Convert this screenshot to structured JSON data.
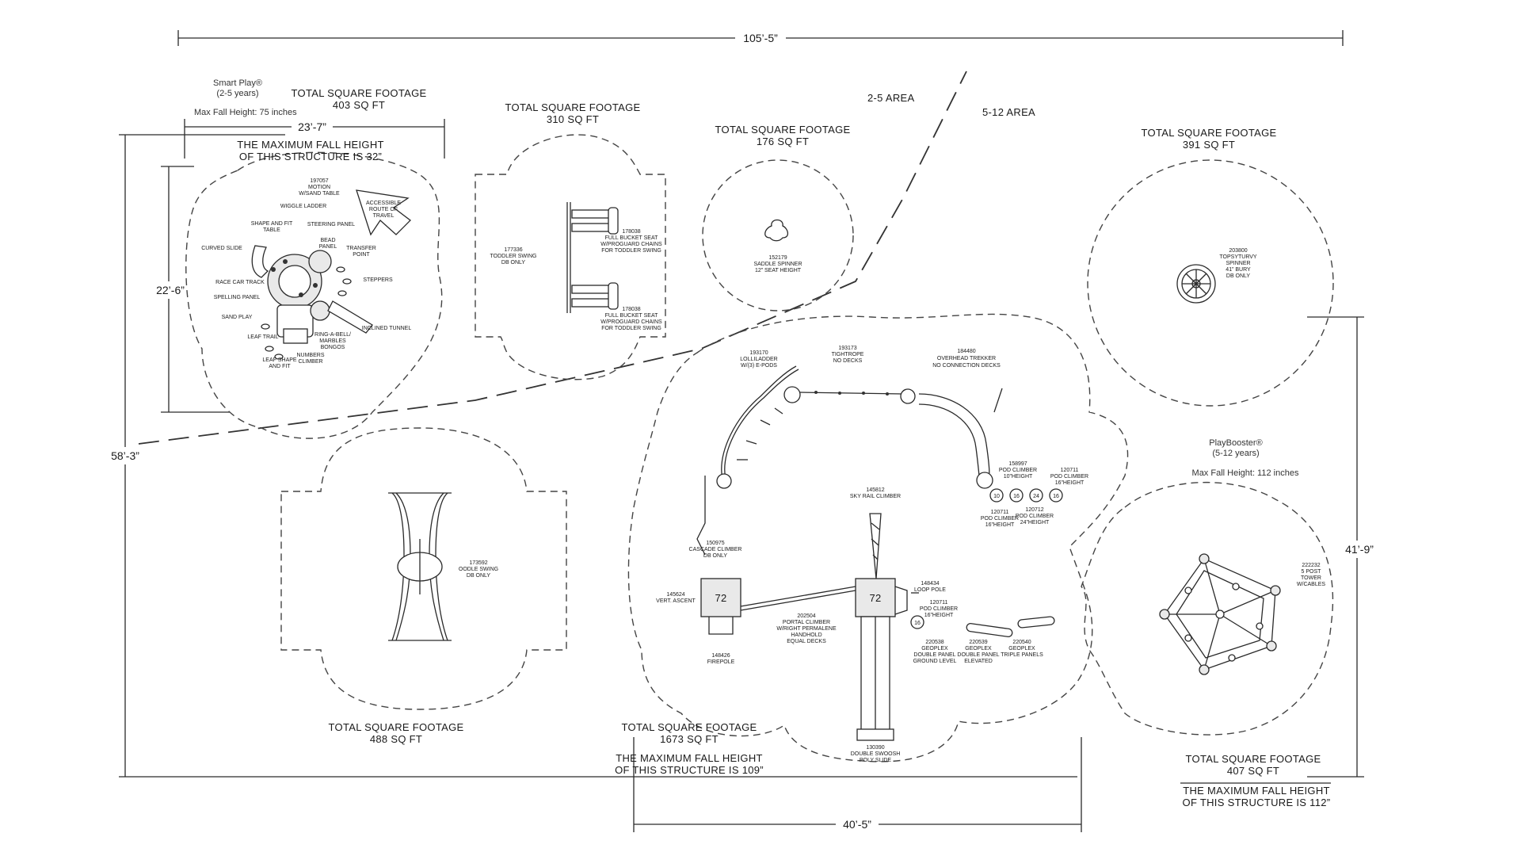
{
  "plan": {
    "dimensions": {
      "overall_width": "105’-5”",
      "overall_height": "58’-3”",
      "right_height": "41’-9”",
      "bottom_width": "40’-5”",
      "smart_width": "23’-7”",
      "smart_height": "22’-6”"
    },
    "areas": {
      "a_2_5": "2-5 AREA",
      "a_5_12": "5-12 AREA"
    },
    "smart_play": {
      "brand": "Smart Play®",
      "ages": "(2-5 years)",
      "max_fall": "Max Fall Height: 75 inches",
      "footage_title": "TOTAL SQUARE FOOTAGE",
      "footage_value": "403 SQ FT",
      "fall_line1": "THE MAXIMUM FALL HEIGHT",
      "fall_line2": "OF THIS STRUCTURE IS 32”",
      "parts": {
        "motion_1": "197057",
        "motion_2": "MOTION",
        "motion_3": "W/SAND TABLE",
        "access_1": "ACCESSIBLE",
        "access_2": "ROUTE OF",
        "access_3": "TRAVEL",
        "wiggle": "WIGGLE LADDER",
        "shape_1": "SHAPE AND FIT",
        "shape_2": "TABLE",
        "steering": "STEERING PANEL",
        "bead_1": "BEAD",
        "bead_2": "PANEL",
        "transfer_1": "TRANSFER",
        "transfer_2": "POINT",
        "curved": "CURVED SLIDE",
        "steppers": "STEPPERS",
        "race": "RACE CAR TRACK",
        "spelling": "SPELLING PANEL",
        "sand": "SAND PLAY",
        "inclined": "INCLINED TUNNEL",
        "leaf_trail": "LEAF TRAIL",
        "ring_1": "RING-A-BELL/",
        "ring_2": "MARBLES",
        "ring_3": "BONGOS",
        "leaf_shape_1": "LEAF SHAPE",
        "leaf_shape_2": "AND FIT",
        "numbers_1": "NUMBERS",
        "numbers_2": "CLIMBER"
      }
    },
    "toddler_swing": {
      "footage_title": "TOTAL SQUARE FOOTAGE",
      "footage_value": "310 SQ FT",
      "swing_1": "177336",
      "swing_2": "TODDLER SWING",
      "swing_3": "DB ONLY",
      "seat_a1": "178038",
      "seat_a2": "FULL BUCKET SEAT",
      "seat_a3": "W/PROGUARD CHAINS",
      "seat_a4": "FOR TODDLER SWING",
      "seat_b1": "178038",
      "seat_b2": "FULL BUCKET SEAT",
      "seat_b3": "W/PROGUARD CHAINS",
      "seat_b4": "FOR TODDLER SWING"
    },
    "saddle": {
      "footage_title": "TOTAL SQUARE FOOTAGE",
      "footage_value": "176 SQ FT",
      "part_1": "152179",
      "part_2": "SADDLE SPINNER",
      "part_3": "12” SEAT HEIGHT"
    },
    "topsy": {
      "footage_title": "TOTAL SQUARE FOOTAGE",
      "footage_value": "391 SQ FT",
      "part_1": "203800",
      "part_2": "TOPSYTURVY",
      "part_3": "SPINNER",
      "part_4": "41” BURY",
      "part_5": "DB ONLY"
    },
    "oodle": {
      "footage_title": "TOTAL SQUARE FOOTAGE",
      "footage_value": "488 SQ FT",
      "part_1": "173592",
      "part_2": "OODLE SWING",
      "part_3": "DB ONLY"
    },
    "playbooster_main": {
      "footage_title": "TOTAL SQUARE FOOTAGE",
      "footage_value": "1673 SQ FT",
      "fall_line1": "THE MAXIMUM FALL HEIGHT",
      "fall_line2": "OF THIS STRUCTURE IS 109”",
      "deck_a": "72",
      "deck_b": "72",
      "pod_10": "10",
      "pod_16a": "16",
      "pod_24": "24",
      "pod_16b": "16",
      "pod_16c": "16",
      "parts": {
        "loll_1": "193170",
        "loll_2": "LOLLILADDER",
        "loll_3": "W/(3) E-PODS",
        "tight_1": "193173",
        "tight_2": "TIGHTROPE",
        "tight_3": "NO DECKS",
        "trek_1": "184480",
        "trek_2": "OVERHEAD TREKKER",
        "trek_3": "NO CONNECTION DECKS",
        "pod10_1": "158997",
        "pod10_2": "POD CLIMBER",
        "pod10_3": "10”HEIGHT",
        "pod16r_1": "120711",
        "pod16r_2": "POD CLIMBER",
        "pod16r_3": "16”HEIGHT",
        "pod16l_1": "120711",
        "pod16l_2": "POD CLIMBER",
        "pod16l_3": "16”HEIGHT",
        "pod24_1": "120712",
        "pod24_2": "POD CLIMBER",
        "pod24_3": "24”HEIGHT",
        "sky_1": "145812",
        "sky_2": "SKY RAIL CLIMBER",
        "cascade_1": "150975",
        "cascade_2": "CASCADE CLIMBER",
        "cascade_3": "DB ONLY",
        "vert_1": "145624",
        "vert_2": "VERT. ASCENT",
        "portal_1": "202504",
        "portal_2": "PORTAL CLIMBER",
        "portal_3": "W/RIGHT PERMALENE",
        "portal_4": "HANDHOLD",
        "portal_5": "EQUAL DECKS",
        "fire_1": "148426",
        "fire_2": "FIREPOLE",
        "loop_1": "148434",
        "loop_2": "LOOP POLE",
        "pod16b_1": "120711",
        "pod16b_2": "POD CLIMBER",
        "pod16b_3": "16”HEIGHT",
        "geo1_1": "220538",
        "geo1_2": "GEOPLEX",
        "geo1_3": "DOUBLE PANEL",
        "geo1_4": "GROUND LEVEL",
        "geo2_1": "220539",
        "geo2_2": "GEOPLEX",
        "geo2_3": "DOUBLE PANEL",
        "geo2_4": "ELEVATED",
        "geo3_1": "220540",
        "geo3_2": "GEOPLEX",
        "geo3_3": "TRIPLE PANELS",
        "swoosh_1": "130390",
        "swoosh_2": "DOUBLE SWOOSH",
        "swoosh_3": "POLY SLIDE"
      }
    },
    "tower": {
      "brand": "PlayBooster®",
      "ages": "(5-12 years)",
      "max_fall": "Max Fall Height: 112 inches",
      "footage_title": "TOTAL SQUARE FOOTAGE",
      "footage_value": "407 SQ FT",
      "fall_line1": "THE MAXIMUM FALL HEIGHT",
      "fall_line2": "OF THIS STRUCTURE IS 112”",
      "part_1": "222232",
      "part_2": "5 POST",
      "part_3": "TOWER",
      "part_4": "W/CABLES"
    }
  }
}
